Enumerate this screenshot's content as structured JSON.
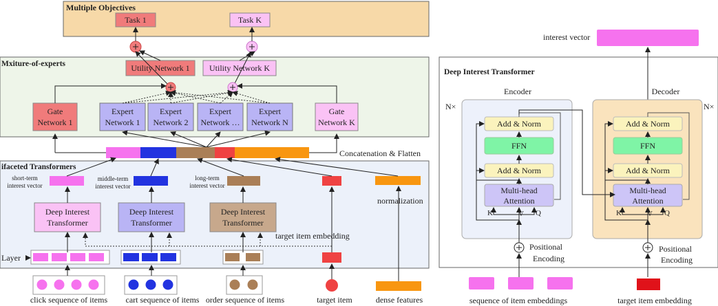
{
  "colors": {
    "objectives_bg": "#f7d9a8",
    "moe_bg": "#eef5e9",
    "mt_bg": "#ecf1fa",
    "encoder_bg": "#edf1fb",
    "decoder_bg": "#fae3bd",
    "task1": "#f07b7b",
    "taskk": "#fac2f5",
    "utility1": "#f07b7b",
    "utilityk": "#fac2f5",
    "gate1": "#f07b7b",
    "gatek": "#fac2f5",
    "expert": "#b9b4f5",
    "pink": "#f672ee",
    "blue": "#2233e0",
    "brown": "#aa7f57",
    "red": "#ef4242",
    "orange": "#f89610",
    "addnorm": "#fbf3bd",
    "ffn": "#7ff4a6",
    "mha": "#cdc5f7",
    "dark_red": "#e0121a"
  },
  "icons": [
    "plus-circle-icon"
  ],
  "objectives": {
    "title": "Multiple Objectives",
    "task1": "Task 1",
    "taskk": "Task K"
  },
  "moe": {
    "title": "Mxiture-of-experts",
    "utility1": "Utility Network 1",
    "utilityk": "Utility Network  K",
    "gate1": [
      "Gate",
      "Network 1"
    ],
    "gatek": [
      "Gate",
      "Network K"
    ],
    "experts": [
      [
        "Expert",
        "Network 1"
      ],
      [
        "Expert",
        "Network 2"
      ],
      [
        "Expert",
        "Network …"
      ],
      [
        "Expert",
        "Network N"
      ]
    ],
    "concat_label": "Concatenation & Flatten"
  },
  "mt": {
    "title": "ifaceted Transformers",
    "short_term": [
      "short-term",
      "interest vector"
    ],
    "middle_term": [
      "middle-term",
      "interest vector"
    ],
    "long_term": [
      "long-term",
      "interest vector"
    ],
    "dit": [
      "Deep Interest",
      "Transformer"
    ],
    "normalization": "normalization",
    "target_embedding": "target item embedding",
    "layer": "Layer"
  },
  "inputs": {
    "click": "click sequence of items",
    "cart": "cart sequence of items",
    "order": "order sequence of items",
    "target": "target item",
    "dense": "dense features"
  },
  "dit_panel": {
    "title": "Deep Interest Transformer",
    "encoder": "Encoder",
    "decoder": "Decoder",
    "nx": "N×",
    "add_norm": "Add & Norm",
    "ffn": "FFN",
    "mha": [
      "Multi-head",
      "Attention"
    ],
    "k": "K",
    "v": "V",
    "q": "Q",
    "positional": [
      "Positional",
      "Encoding"
    ],
    "interest_vector": "interest vector",
    "seq_embeddings": "sequence of item embeddings",
    "target_embedding": "target item embedding"
  }
}
